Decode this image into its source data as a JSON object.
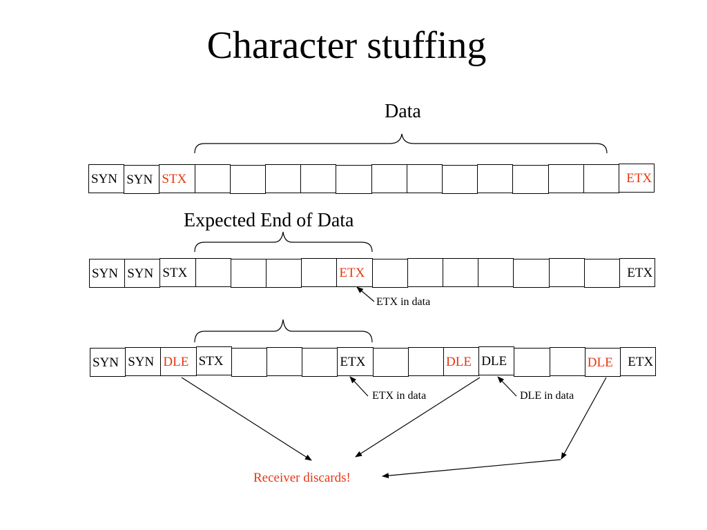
{
  "title": "Character stuffing",
  "colors": {
    "text": "#000000",
    "accent": "#e8350f"
  },
  "row1": {
    "brace_label": "Data",
    "cells": [
      {
        "text": "SYN",
        "highlight": false
      },
      {
        "text": "SYN",
        "highlight": false
      },
      {
        "text": "STX",
        "highlight": true
      },
      {
        "text": "",
        "highlight": false
      },
      {
        "text": "",
        "highlight": false
      },
      {
        "text": "",
        "highlight": false
      },
      {
        "text": "",
        "highlight": false
      },
      {
        "text": "",
        "highlight": false
      },
      {
        "text": "",
        "highlight": false
      },
      {
        "text": "",
        "highlight": false
      },
      {
        "text": "",
        "highlight": false
      },
      {
        "text": "",
        "highlight": false
      },
      {
        "text": "",
        "highlight": false
      },
      {
        "text": "",
        "highlight": false
      },
      {
        "text": "",
        "highlight": false
      },
      {
        "text": "ETX",
        "highlight": true
      }
    ]
  },
  "row2": {
    "brace_label": "Expected End of Data",
    "note": "ETX in data",
    "cells": [
      {
        "text": "SYN",
        "highlight": false
      },
      {
        "text": "SYN",
        "highlight": false
      },
      {
        "text": "STX",
        "highlight": false
      },
      {
        "text": "",
        "highlight": false
      },
      {
        "text": "",
        "highlight": false
      },
      {
        "text": "",
        "highlight": false
      },
      {
        "text": "",
        "highlight": false
      },
      {
        "text": "ETX",
        "highlight": true
      },
      {
        "text": "",
        "highlight": false
      },
      {
        "text": "",
        "highlight": false
      },
      {
        "text": "",
        "highlight": false
      },
      {
        "text": "",
        "highlight": false
      },
      {
        "text": "",
        "highlight": false
      },
      {
        "text": "",
        "highlight": false
      },
      {
        "text": "",
        "highlight": false
      },
      {
        "text": "ETX",
        "highlight": false
      }
    ]
  },
  "row3": {
    "note_etx": "ETX in data",
    "note_dle": "DLE in data",
    "cells": [
      {
        "text": "SYN",
        "highlight": false
      },
      {
        "text": "SYN",
        "highlight": false
      },
      {
        "text": "DLE",
        "highlight": true
      },
      {
        "text": "STX",
        "highlight": false
      },
      {
        "text": "",
        "highlight": false
      },
      {
        "text": "",
        "highlight": false
      },
      {
        "text": "",
        "highlight": false
      },
      {
        "text": "ETX",
        "highlight": false
      },
      {
        "text": "",
        "highlight": false
      },
      {
        "text": "",
        "highlight": false
      },
      {
        "text": "DLE",
        "highlight": true
      },
      {
        "text": "DLE",
        "highlight": false
      },
      {
        "text": "",
        "highlight": false
      },
      {
        "text": "",
        "highlight": false
      },
      {
        "text": "DLE",
        "highlight": true
      },
      {
        "text": "ETX",
        "highlight": false
      }
    ]
  },
  "receiver_label": "Receiver discards!"
}
